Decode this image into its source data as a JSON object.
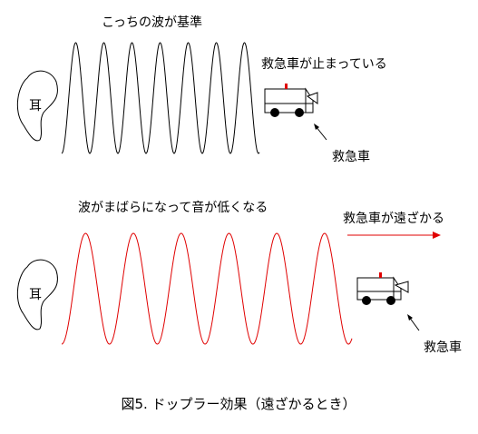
{
  "top_panel": {
    "wave_label": "こっちの波が基準",
    "ear_label": "耳",
    "ambulance_status": "救急車が止まっている",
    "ambulance_label": "救急車",
    "wave_color": "#000000"
  },
  "bottom_panel": {
    "wave_label": "波がまばらになって音が低くなる",
    "ear_label": "耳",
    "motion_label": "救急車が遠ざかる",
    "ambulance_label": "救急車",
    "wave_color": "#e00000",
    "arrow_color": "#e00000"
  },
  "caption": "図5. ドップラー効果（遠ざかるとき）"
}
